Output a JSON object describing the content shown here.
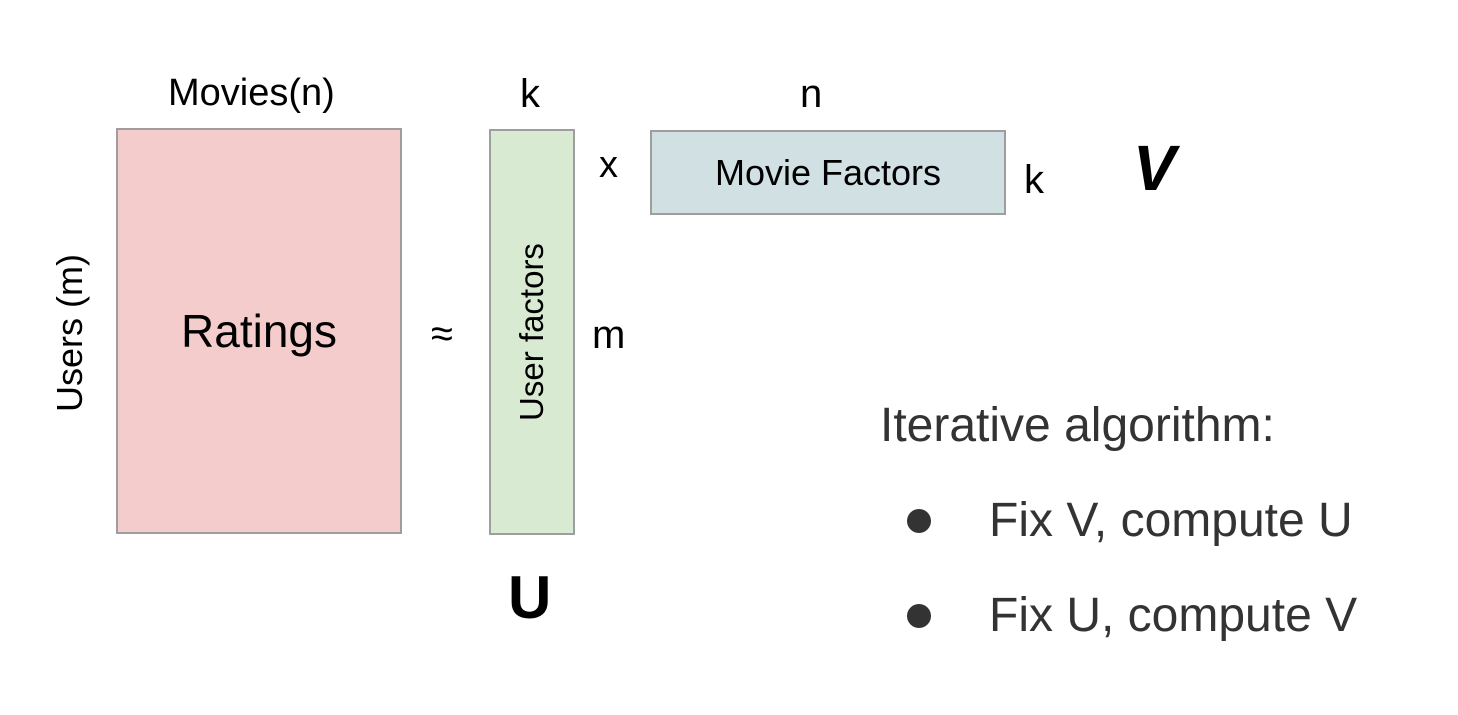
{
  "colors": {
    "ratings_fill": "#f4cccc",
    "user_factors_fill": "#d9ead3",
    "movie_factors_fill": "#d0e0e3",
    "box_border": "#9e9e9e",
    "algorithm_text": "#333333"
  },
  "ratings_matrix": {
    "label": "Ratings",
    "column_label": "Movies(n)",
    "row_label": "Users (m)"
  },
  "approx_symbol": "≈",
  "user_matrix": {
    "label": "User factors",
    "column_label": "k",
    "row_label": "m",
    "name": "U"
  },
  "multiply_symbol": "x",
  "movie_matrix": {
    "label": "Movie Factors",
    "column_label": "n",
    "row_label": "k",
    "name": "V"
  },
  "algorithm": {
    "title": "Iterative algorithm:",
    "steps": [
      "Fix V, compute U",
      "Fix U, compute V"
    ]
  }
}
